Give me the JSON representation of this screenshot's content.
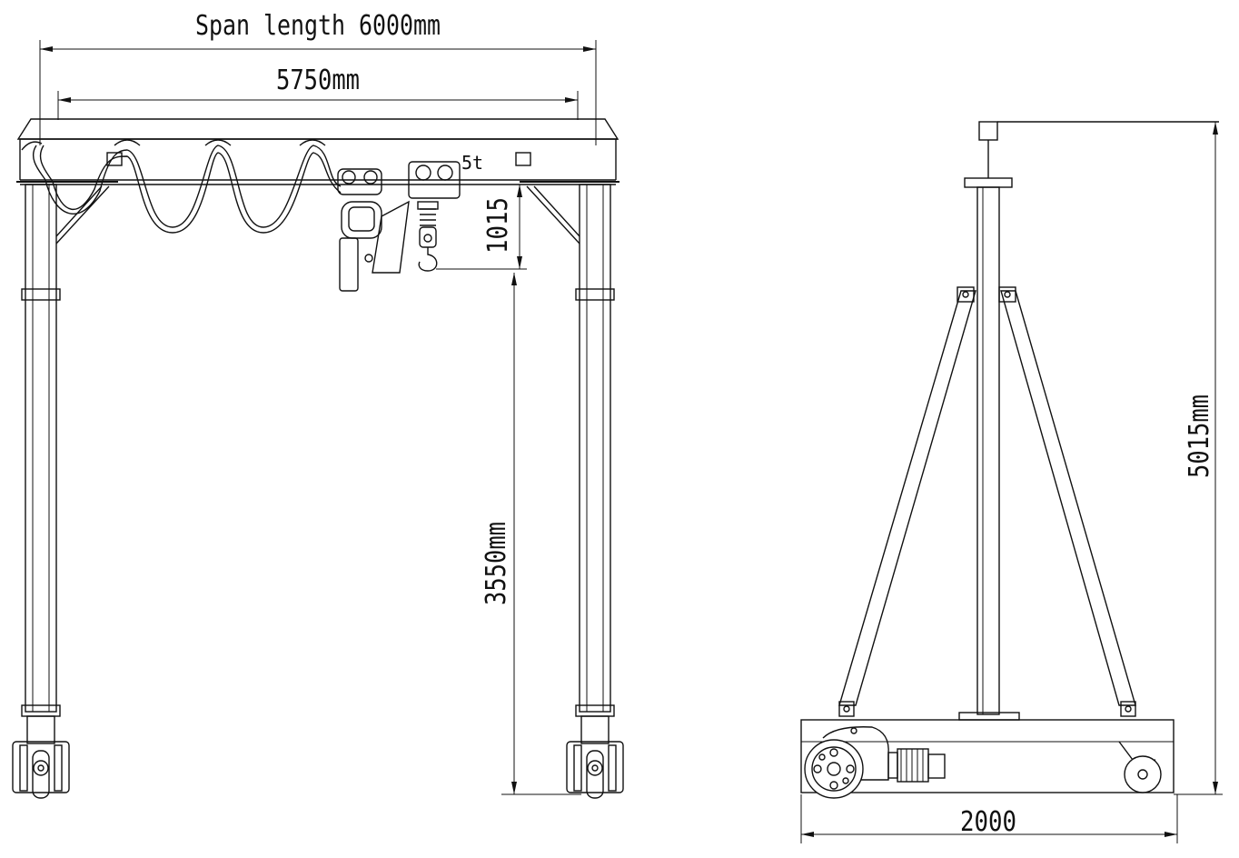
{
  "front_view": {
    "span_label": "Span length 6000mm",
    "inner_span_label": "5750mm",
    "capacity_label": "5t",
    "hook_drop_label": "1015",
    "clear_height_label": "3550mm"
  },
  "side_view": {
    "total_height_label": "5015mm",
    "base_width_label": "2000"
  }
}
